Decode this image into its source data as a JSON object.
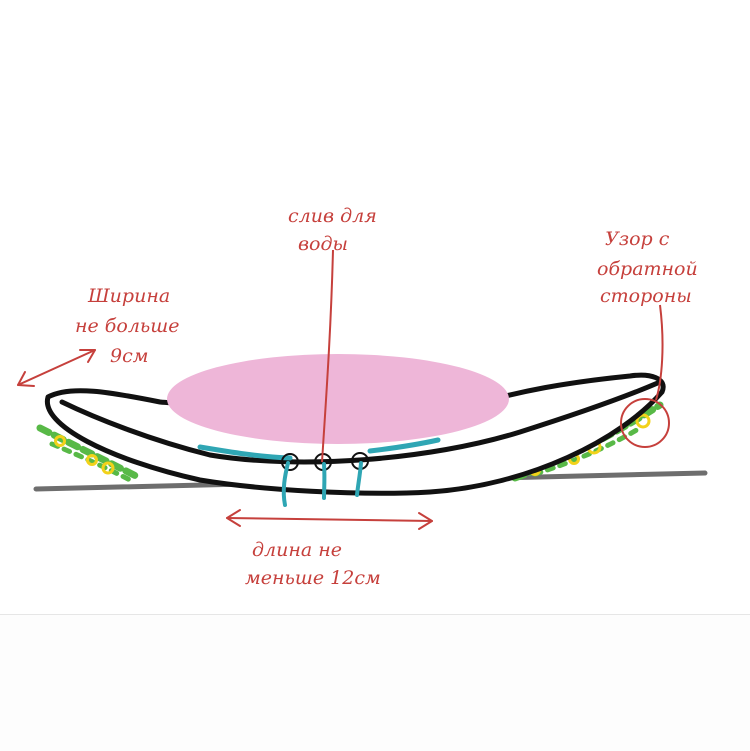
{
  "annotations": {
    "drain_line1": "слив для",
    "drain_line2": "воды",
    "pattern_line1": "Узор с",
    "pattern_line2": "обратной",
    "pattern_line3": "стороны",
    "width_line1": "Ширина",
    "width_line2": "не больше",
    "width_line3": "9см",
    "length_line1": "длина не",
    "length_line2": "меньше 12см"
  },
  "colors": {
    "annotation_ink": "#c6403c",
    "outline": "#111111",
    "tray_fill": "#ffffff",
    "soap_pink": "#eeb6d8",
    "drain_teal": "#2fa6b4",
    "pattern_green": "#58b947",
    "pattern_yellow": "#f2d21a",
    "ground_gray": "#6e6e6e"
  }
}
